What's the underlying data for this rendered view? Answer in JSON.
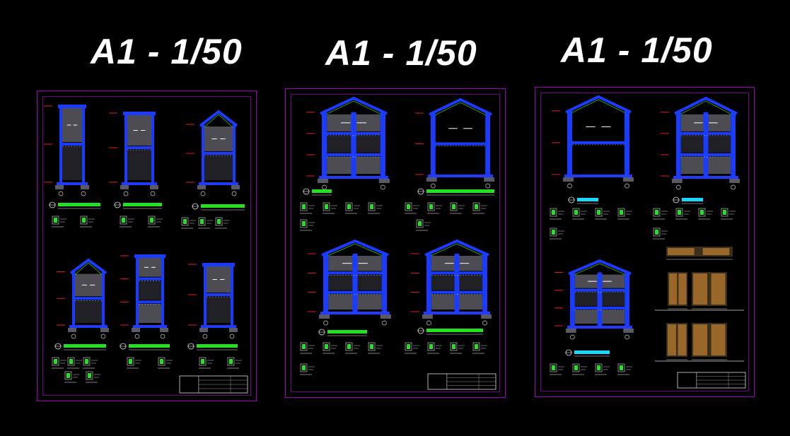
{
  "sheets": [
    {
      "title": "A1 - 1/50"
    },
    {
      "title": "A1 - 1/50"
    },
    {
      "title": "A1 - 1/50"
    }
  ],
  "colors": {
    "background": "#000000",
    "border": "#a000c0",
    "structure": "#1a3cff",
    "hatch": "#3a3a44",
    "hatch_light": "#8a8a96",
    "label_green": "#22e022",
    "dimension_red": "#e02020",
    "cyan": "#18d8ff"
  }
}
